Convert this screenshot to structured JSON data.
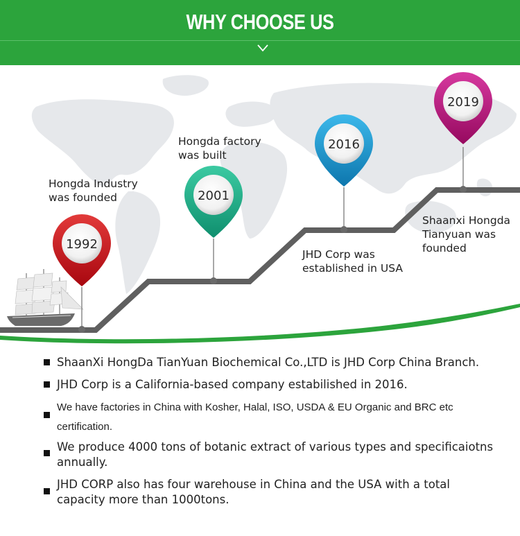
{
  "header": {
    "title": "WHY CHOOSE US"
  },
  "colors": {
    "brand_green": "#2ca43c",
    "path_gray": "#5f5f5f",
    "pin_1992": "#c8101e",
    "pin_2001": "#17a585",
    "pin_2016": "#168fc8",
    "pin_2019": "#b0137a"
  },
  "timeline": {
    "milestones": [
      {
        "year": "1992",
        "lines": [
          "Hongda Industry",
          "was founded"
        ]
      },
      {
        "year": "2001",
        "lines": [
          "Hongda factory",
          "was built"
        ]
      },
      {
        "year": "2016",
        "lines": [
          "JHD Corp was",
          "established in USA"
        ]
      },
      {
        "year": "2019",
        "lines": [
          "Shaanxi Hongda",
          "Tianyuan was",
          "founded"
        ]
      }
    ]
  },
  "bullets": [
    {
      "lines": [
        "ShaanXi HongDa TianYuan Biochemical Co.,LTD is JHD Corp China Branch."
      ]
    },
    {
      "lines": [
        "JHD Corp is a California-based company estabilished in 2016."
      ]
    },
    {
      "lines": [
        "We have factories in China with Kosher, Halal, ISO, USDA & EU Organic and BRC etc",
        "certification."
      ]
    },
    {
      "lines": [
        "We produce 4000 tons of botanic extract of various types and specificaiotns",
        "annually."
      ]
    },
    {
      "lines": [
        "JHD CORP also has four warehouse in China and the USA with a total",
        "capacity more than 1000tons."
      ]
    }
  ]
}
